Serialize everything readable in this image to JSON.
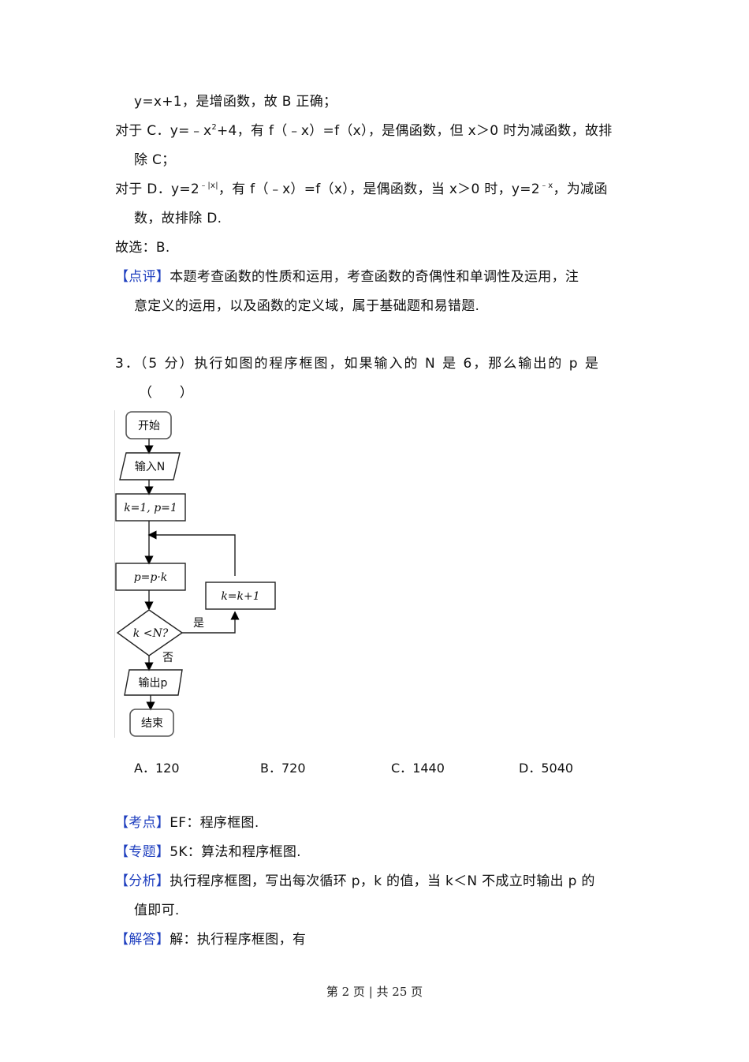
{
  "document": {
    "lines": [
      {
        "id": "l1",
        "parts": [
          "y=x+1，是增函数，故 B 正确；"
        ]
      },
      {
        "id": "l2a",
        "text": "对于 C．y=﹣x",
        "sup": "2",
        "rest": "+4，有 f（﹣x）=f（x），是偶函数，但 x＞0 时为减函数，故排"
      },
      {
        "id": "l2b",
        "text": "除 C；"
      },
      {
        "id": "l3a",
        "text": "对于 D．y=2",
        "sup": "﹣|x|",
        "mid": "，有 f（﹣x）=f（x），是偶函数，当 x＞0 时，y=2",
        "sup2": "﹣x",
        "rest": "，为减函"
      },
      {
        "id": "l3b",
        "text": "数，故排除 D."
      },
      {
        "id": "l4",
        "text": "故选：B."
      }
    ],
    "review": {
      "tag": "【点评】",
      "line1": "本题考查函数的性质和运用，考查函数的奇偶性和单调性及运用，注",
      "line2": "意定义的运用，以及函数的定义域，属于基础题和易错题."
    },
    "question": {
      "number": "3．",
      "line1": "（5 分）执行如图的程序框图，如果输入的 N 是 6，那么输出的 p 是",
      "line2": "（　　）"
    },
    "flowchart": {
      "start": "开始",
      "input": "输入N",
      "init": "k=1, p=1",
      "process": "p=p·k",
      "increment": "k=k+1",
      "condition": "k <N?",
      "yes": "是",
      "no": "否",
      "output": "输出p",
      "end": "结束"
    },
    "options": [
      {
        "label": "A．",
        "value": "120"
      },
      {
        "label": "B．",
        "value": "720"
      },
      {
        "label": "C．",
        "value": "1440"
      },
      {
        "label": "D．",
        "value": "5040"
      }
    ],
    "analysis": [
      {
        "tag": "【考点】",
        "text": "EF：程序框图."
      },
      {
        "tag": "【专题】",
        "text": "5K：算法和程序框图."
      },
      {
        "tag": "【分析】",
        "text": "执行程序框图，写出每次循环 p，k 的值，当 k＜N 不成立时输出 p 的",
        "text2": "值即可."
      },
      {
        "tag": "【解答】",
        "text": "解：执行程序框图，有"
      }
    ]
  },
  "footer": {
    "page_info": "第 2 页 | 共 25 页"
  },
  "colors": {
    "tag": "#1f3fbf",
    "text": "#111111"
  }
}
